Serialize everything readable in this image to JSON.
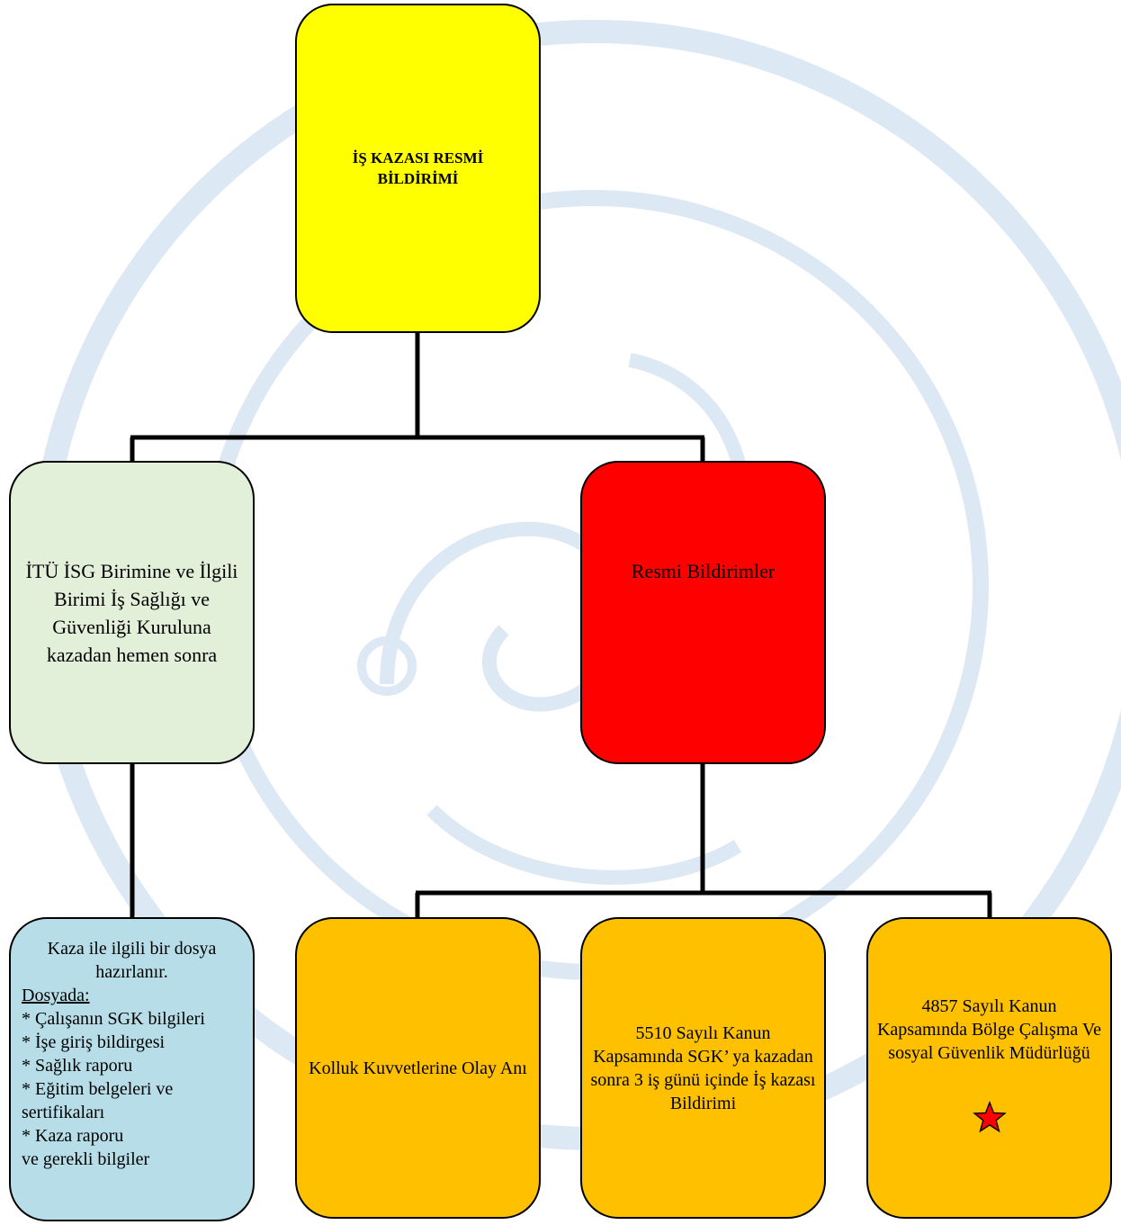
{
  "diagram": {
    "top_box": {
      "text": "İŞ KAZASI RESMİ BİLDİRİMİ",
      "color": "#ffff00"
    },
    "left_box": {
      "text": "İTÜ İSG Birimine ve İlgili Birimi İş Sağlığı ve Güvenliği Kuruluna kazadan hemen sonra",
      "color": "#e2efd9"
    },
    "right_box": {
      "text": "Resmi Bildirimler",
      "color": "#ff0000"
    },
    "file_box": {
      "intro": "Kaza ile ilgili bir dosya hazırlanır.",
      "heading": "Dosyada:",
      "items": [
        "* Çalışanın SGK bilgileri",
        "* İşe giriş bildirgesi",
        "* Sağlık raporu",
        "* Eğitim belgeleri ve sertifikaları",
        "* Kaza raporu",
        "ve gerekli bilgiler"
      ],
      "color": "#b7dee8"
    },
    "bottom_boxes": [
      {
        "text": "Kolluk Kuvvetlerine Olay Anı"
      },
      {
        "text": "5510 Sayılı Kanun Kapsamında SGK’ ya kazadan sonra 3 iş günü içinde İş kazası Bildirimi"
      },
      {
        "text": "4857 Sayılı Kanun Kapsamında Bölge Çalışma Ve sosyal Güvenlik Müdürlüğü",
        "marker_icon": "red-star-icon"
      }
    ],
    "bottom_color": "#ffc000",
    "watermark_color": "#dde9f5"
  }
}
